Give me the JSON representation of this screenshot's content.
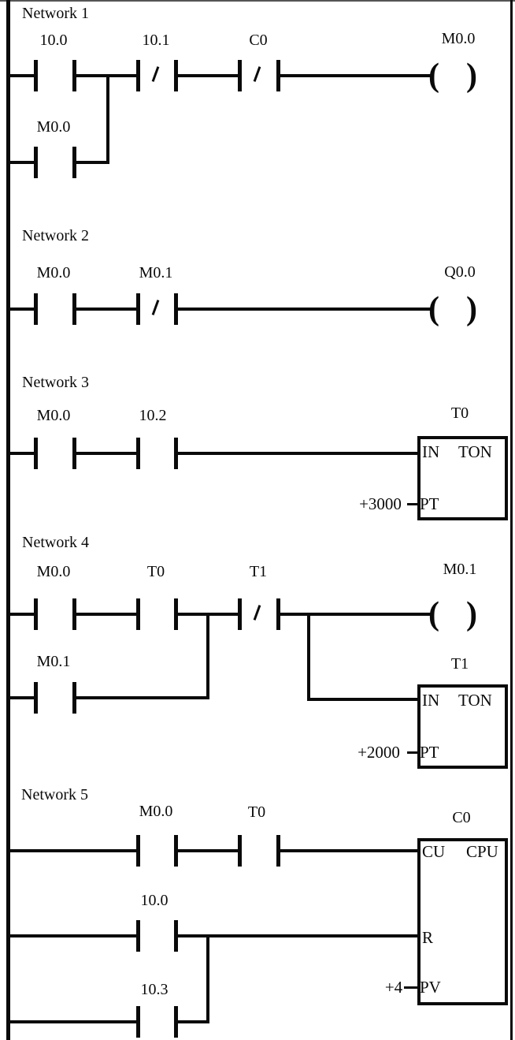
{
  "diagram": {
    "type": "plc-ladder-logic",
    "line_color": "#0a0a0a",
    "background": "#ffffff"
  },
  "symbols": {
    "coil_open": "(",
    "coil_close": ")"
  },
  "networks": [
    {
      "title": "Network 1",
      "contacts": {
        "c1": "10.0",
        "c2": "10.1",
        "c3": "C0"
      },
      "contact_types": {
        "c1": "NO",
        "c2": "NC",
        "c3": "NC"
      },
      "branch_contact": "M0.0",
      "branch_contact_type": "NO",
      "coil": "M0.0"
    },
    {
      "title": "Network 2",
      "contacts": {
        "c1": "M0.0",
        "c2": "M0.1"
      },
      "contact_types": {
        "c1": "NO",
        "c2": "NC"
      },
      "coil": "Q0.0"
    },
    {
      "title": "Network 3",
      "contacts": {
        "c1": "M0.0",
        "c2": "10.2"
      },
      "contact_types": {
        "c1": "NO",
        "c2": "NO"
      },
      "timer": {
        "name": "T0",
        "in_label": "IN",
        "type": "TON",
        "pt_label": "PT",
        "pt_value": "+3000"
      }
    },
    {
      "title": "Network 4",
      "contacts": {
        "c1": "M0.0",
        "c2": "T0",
        "c3": "T1"
      },
      "contact_types": {
        "c1": "NO",
        "c2": "NO",
        "c3": "NC"
      },
      "branch_contact": "M0.1",
      "branch_contact_type": "NO",
      "coil": "M0.1",
      "timer": {
        "name": "T1",
        "in_label": "IN",
        "type": "TON",
        "pt_label": "PT",
        "pt_value": "+2000"
      }
    },
    {
      "title": "Network 5",
      "contacts": {
        "c1": "M0.0",
        "c2": "T0"
      },
      "contact_types": {
        "c1": "NO",
        "c2": "NO"
      },
      "branch1_contact": "10.0",
      "branch1_contact_type": "NO",
      "branch2_contact": "10.3",
      "branch2_contact_type": "NO",
      "counter": {
        "name": "C0",
        "cu_label": "CU",
        "type": "CPU",
        "r_label": "R",
        "pv_label": "PV",
        "pv_value": "+4"
      }
    }
  ]
}
